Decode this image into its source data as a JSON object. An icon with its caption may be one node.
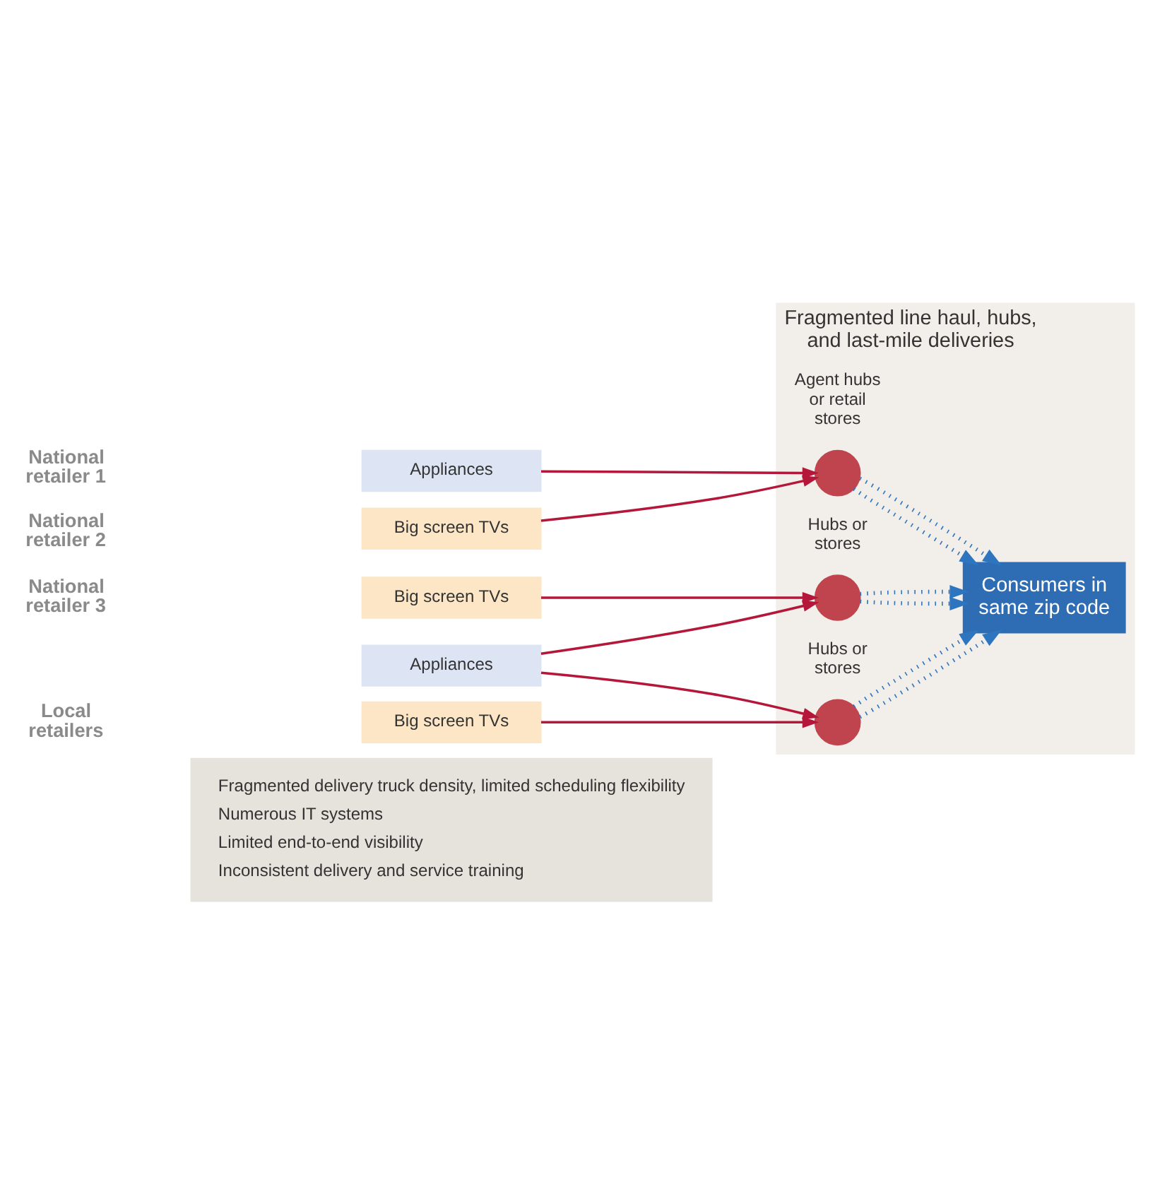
{
  "diagram": {
    "nodes": [
      {
        "text": [
          "Fragmented line haul, hubs, and last-mile deliveries"
        ]
      },
      {
        "text": [
          "Appliances"
        ]
      },
      {
        "text": [
          "Big screen TVs"
        ]
      },
      {
        "text": [
          "Big screen TVs"
        ]
      },
      {
        "text": [
          "Appliances"
        ]
      },
      {
        "text": [
          "Big screen TVs"
        ]
      },
      {
        "text": [],
        "shape": "circle",
        "in": 0,
        "beside": [
          "Agent hubs or retail stores"
        ]
      },
      {
        "text": [],
        "shape": "circle",
        "in": 0,
        "beside": [
          "Hubs or stores"
        ]
      },
      {
        "text": [],
        "shape": "circle",
        "in": 0,
        "beside": [
          "Hubs or stores"
        ]
      },
      {
        "text": [
          "Consumers in same zip code"
        ],
        "in": 0
      },
      {
        "text": [
          "Fragmented delivery truck density, limited scheduling flexibility",
          "Numerous IT systems",
          "Limited end-to-end visibility",
          "Inconsistent delivery and service training"
        ]
      }
    ],
    "edges": [
      {
        "from": 1,
        "to": 6,
        "arrow": "to",
        "color": "#b5173a"
      },
      {
        "from": 2,
        "to": 6,
        "arrow": "to",
        "color": "#b5173a"
      },
      {
        "from": 3,
        "to": 7,
        "arrow": "to",
        "color": "#b5173a"
      },
      {
        "from": 4,
        "to": 7,
        "arrow": "to",
        "color": "#b5173a"
      },
      {
        "from": 4,
        "to": 8,
        "arrow": "to",
        "color": "#b5173a"
      },
      {
        "from": 5,
        "to": 8,
        "arrow": "to",
        "color": "#b5173a"
      },
      {
        "from": 6,
        "to": 9,
        "arrow": "to",
        "style": "dashed",
        "color": "#2e75c0"
      },
      {
        "from": 6,
        "to": 9,
        "arrow": "to",
        "style": "dashed",
        "color": "#2e75c0"
      },
      {
        "from": 7,
        "to": 9,
        "arrow": "to",
        "style": "dashed",
        "color": "#2e75c0"
      },
      {
        "from": 7,
        "to": 9,
        "arrow": "to",
        "style": "dashed",
        "color": "#2e75c0"
      },
      {
        "from": 8,
        "to": 9,
        "arrow": "to",
        "style": "dashed",
        "color": "#2e75c0"
      },
      {
        "from": 8,
        "to": 9,
        "arrow": "to",
        "style": "dashed",
        "color": "#2e75c0"
      }
    ],
    "labels": [
      "National retailer 1",
      "National retailer 2",
      "National retailer 3",
      "Local retailers"
    ]
  }
}
